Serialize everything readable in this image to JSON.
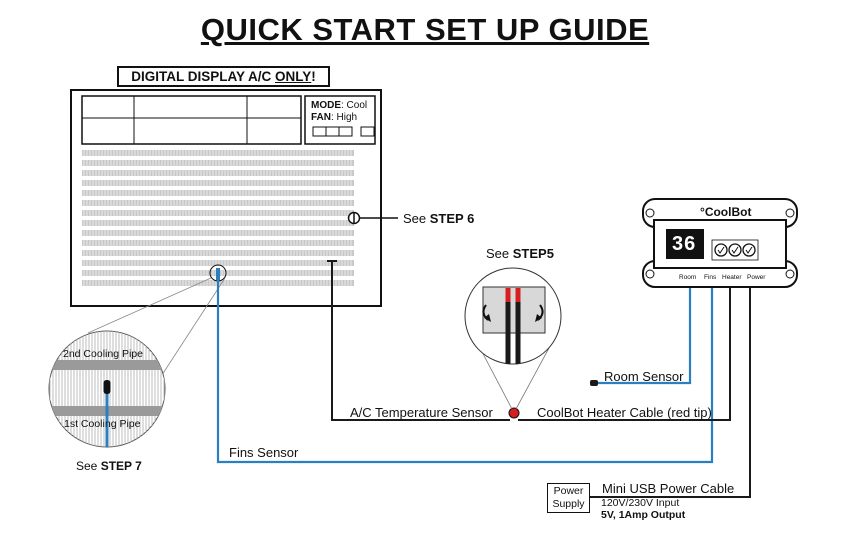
{
  "title": "QUICK START SET UP GUIDE",
  "ac_unit": {
    "label_main": "DIGITAL DISPLAY A/C ",
    "label_emph": "ONLY",
    "label_end": "!",
    "mode_key": "MODE",
    "mode_value": ": Cool",
    "fan_key": "FAN",
    "fan_value": ": High"
  },
  "steps": {
    "step6_prefix": "See ",
    "step6": "STEP 6",
    "step5_prefix": "See ",
    "step5": "STEP5",
    "step7_prefix": "See ",
    "step7": "STEP 7"
  },
  "zoom": {
    "pipe_top": "2nd Cooling Pipe",
    "pipe_bottom": "1st Cooling Pipe"
  },
  "coolbot": {
    "logo": "CoolBot",
    "display_value": "36",
    "ports": [
      "Room",
      "Fins",
      "Heater",
      "Power"
    ]
  },
  "labels": {
    "room_sensor": "Room Sensor",
    "ac_temp_sensor": "A/C Temperature Sensor",
    "heater_cable": "CoolBot Heater Cable (red tip)",
    "fins_sensor": "Fins Sensor",
    "usb_cable": "Mini USB Power Cable",
    "power_supply_line1": "Power",
    "power_supply_line2": "Supply",
    "input_spec": "120V/230V Input",
    "output_spec": "5V, 1Amp  Output"
  },
  "colors": {
    "sensor_wire": "#2a7fc0",
    "cable": "#1a1a1a",
    "red_tip": "#d42020",
    "grille": "#c9c9c9"
  }
}
